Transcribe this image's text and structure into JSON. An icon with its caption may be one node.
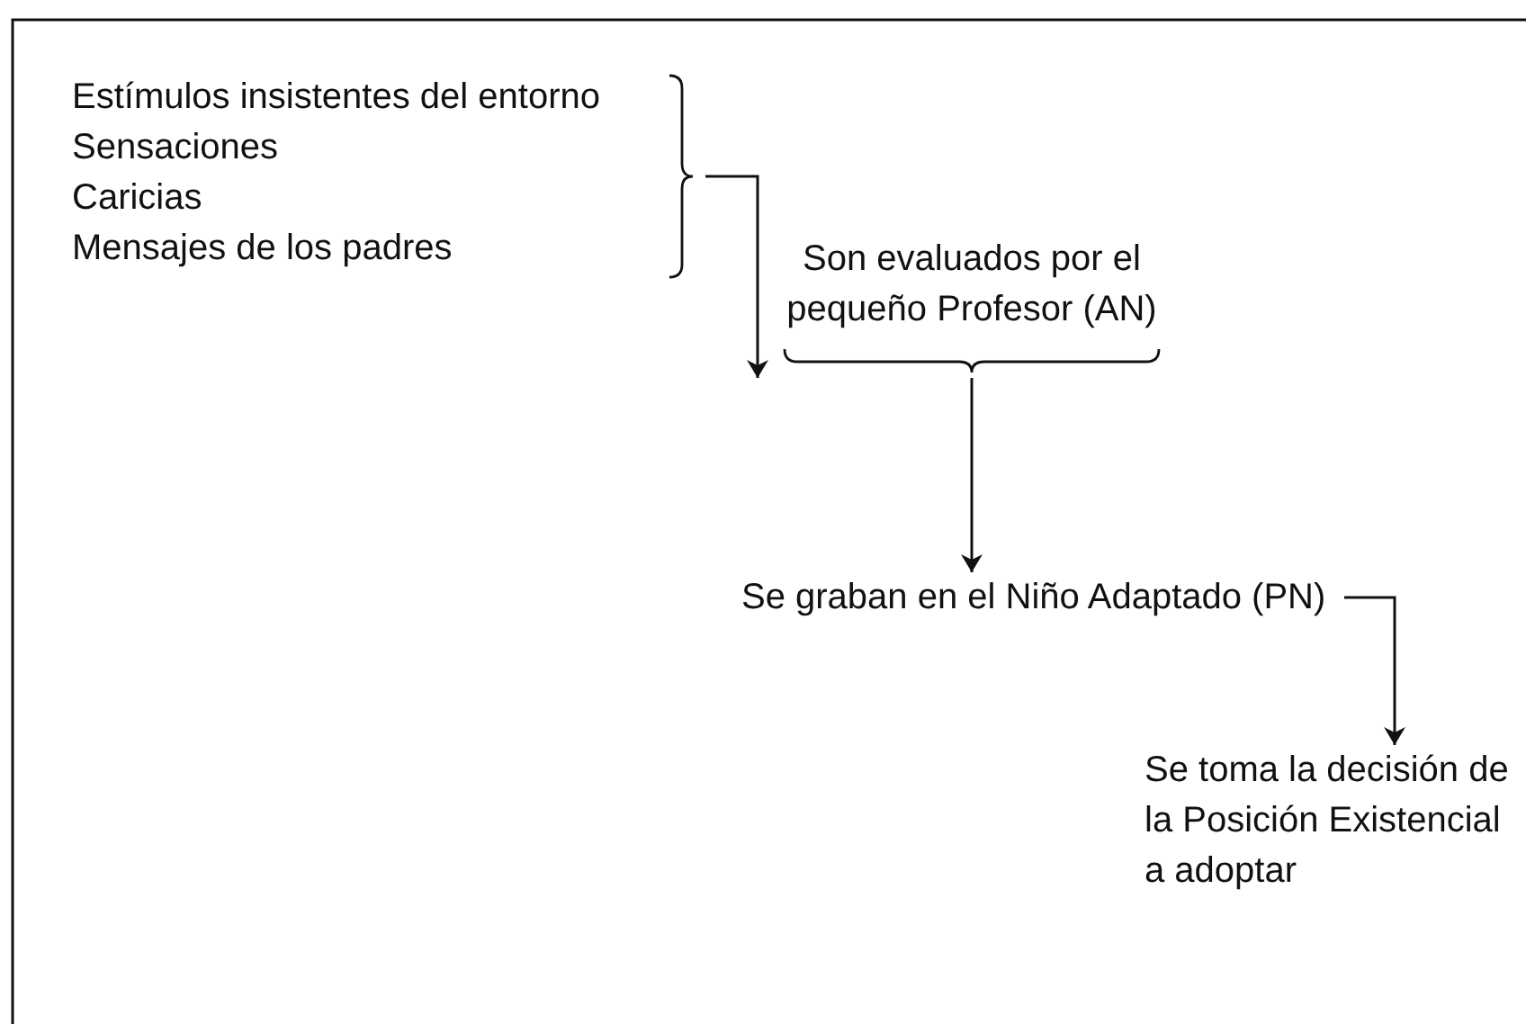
{
  "diagram": {
    "nodes": [
      {
        "text": [
          "Estímulos insistentes del entorno",
          "Sensaciones",
          "Caricias",
          "Mensajes de los padres"
        ]
      },
      {
        "text": [
          "Son evaluados por el pequeño Profesor (AN)"
        ]
      },
      {
        "text": [
          "Se graban en el Niño Adaptado (PN)"
        ]
      },
      {
        "text": [
          "Se toma la decisión de la Posición Existencial a adoptar"
        ]
      }
    ],
    "edges": [
      {
        "from": 0,
        "to": 1,
        "arrow": "to"
      },
      {
        "from": 1,
        "to": 2,
        "arrow": "to"
      },
      {
        "from": 2,
        "to": 3,
        "arrow": "to"
      }
    ]
  }
}
